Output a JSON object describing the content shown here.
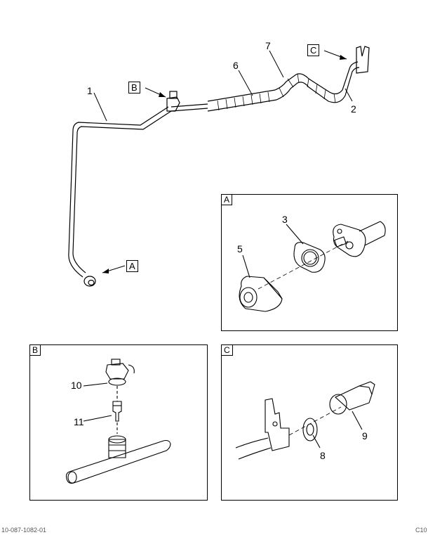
{
  "callouts": {
    "c1": "1",
    "c2": "2",
    "c3": "3",
    "c5": "5",
    "c6": "6",
    "c7": "7",
    "c8": "8",
    "c9": "9",
    "c10": "10",
    "c11": "11"
  },
  "view_refs": {
    "a": "A",
    "b": "B",
    "c": "C"
  },
  "panels": {
    "a": "A",
    "b": "B",
    "c": "C"
  },
  "footer": {
    "left": "10-087-1082-01",
    "right": "C10"
  }
}
